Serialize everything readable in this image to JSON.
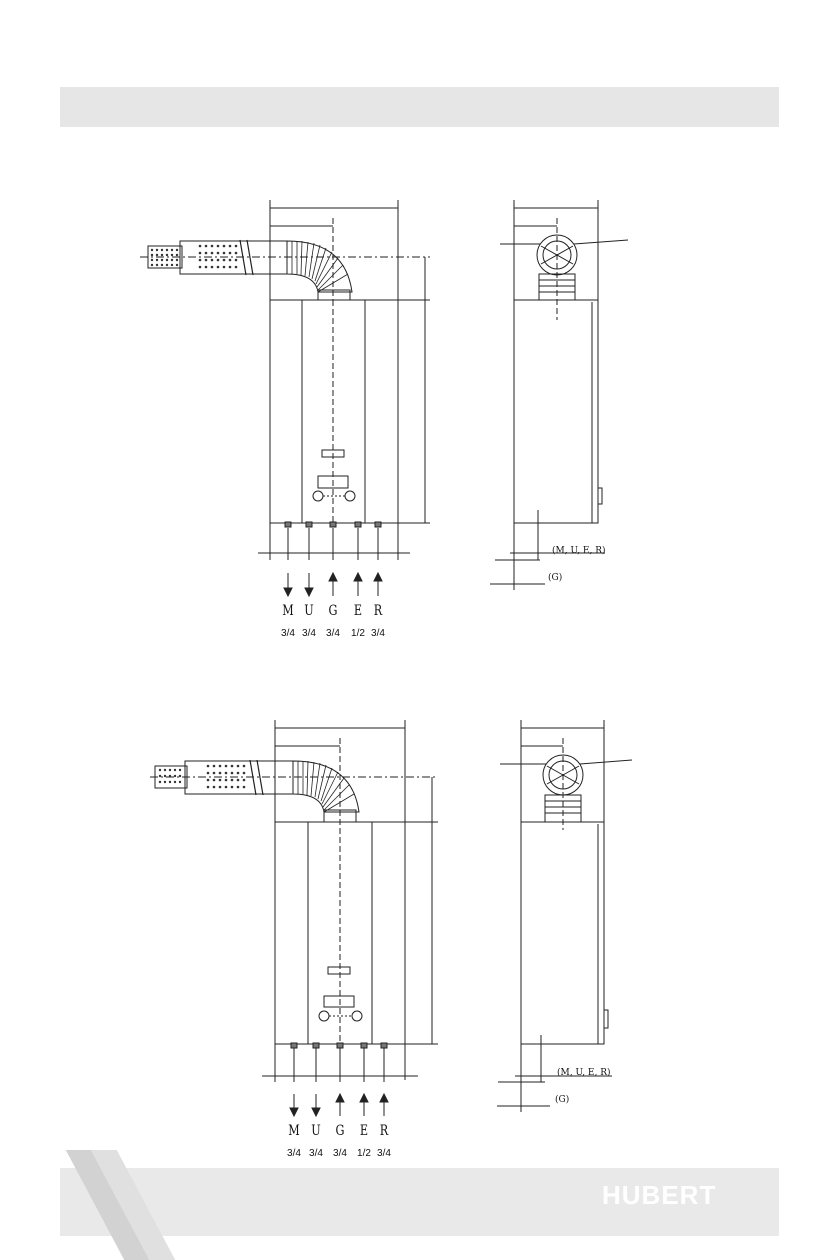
{
  "diagrams": [
    {
      "connections": [
        {
          "letter": "M",
          "size": "3/4",
          "dir": "down"
        },
        {
          "letter": "U",
          "size": "3/4",
          "dir": "down"
        },
        {
          "letter": "G",
          "size": "3/4",
          "dir": "up"
        },
        {
          "letter": "E",
          "size": "1/2",
          "dir": "up"
        },
        {
          "letter": "R",
          "size": "3/4",
          "dir": "up"
        }
      ],
      "side_labels": {
        "upper": "(M, U, E, R)",
        "lower": "(G)"
      }
    },
    {
      "connections": [
        {
          "letter": "M",
          "size": "3/4",
          "dir": "down"
        },
        {
          "letter": "U",
          "size": "3/4",
          "dir": "down"
        },
        {
          "letter": "G",
          "size": "3/4",
          "dir": "up"
        },
        {
          "letter": "E",
          "size": "1/2",
          "dir": "up"
        },
        {
          "letter": "R",
          "size": "3/4",
          "dir": "up"
        }
      ],
      "side_labels": {
        "upper": "(M, U, E, R)",
        "lower": "(G)"
      }
    }
  ],
  "footer": {
    "logo": "HUBERT"
  },
  "colors": {
    "line": "#222222",
    "band": "#e6e6e6",
    "stripe": "#cfcfcf"
  }
}
